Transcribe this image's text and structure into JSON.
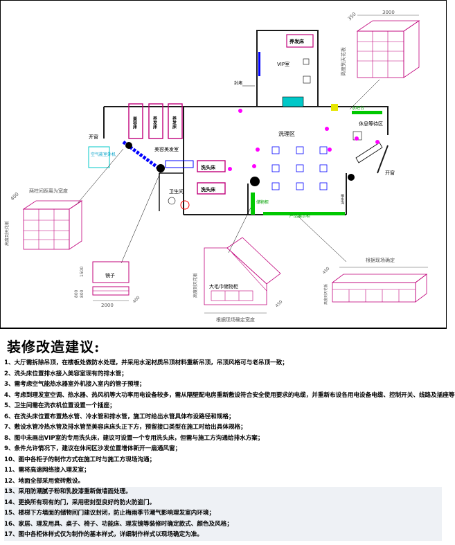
{
  "plan": {
    "rooms": {
      "vip_room": "VIP室",
      "washing_area": "洗理区",
      "beauty_room": "美容美发室",
      "rest_area": "休息等待区",
      "bathroom": "卫生间"
    },
    "furniture": {
      "hair_bed_vip": "养发床",
      "beauty_bed": "美容床",
      "hair_bed_1": "养发床",
      "hair_bed_2": "养发床",
      "shampoo_bed_1": "洗头床",
      "shampoo_bed_2": "洗头床",
      "mirror": "镜子",
      "dry_towel_cabinet": "大毛巾储物柜"
    },
    "labels": {
      "open_window_left": "开窗",
      "open_window_right": "开窗",
      "seal": "封堵",
      "ac_unit": "空气能室外机",
      "water_bar": "水吧台",
      "product_cabinet": "产品展示柜",
      "storage_cabinet": "储物柜",
      "drainage": "排水沟",
      "towel_rack": "毛巾架",
      "left_cabinet_note": "两柱间距离为宽度",
      "right_cabinet_note": "根据现场确定",
      "bottom_cabinet_note": "根据现场确定宽度",
      "height_to_ceiling": "高度到天花板",
      "height_to_ceiling_2": "高度到天花板",
      "height_to_ceiling_3": "高度到天花板",
      "height_to_ceiling_4": "高度到天花板"
    },
    "dimensions": {
      "top_right_width": "3000",
      "top_right_depth": "350",
      "left_depth": "400",
      "mirror_height": "1500",
      "mirror_base": "800",
      "mirror_base2": "800",
      "mirror_width": "2000",
      "mirror_depth": "400",
      "right_depth": "450",
      "bottom_depth": "450"
    }
  },
  "notes": {
    "title": "装修改造建议:",
    "items": [
      "1、大厅需拆除吊顶，在楼板处做防水处理，并采用水泥材质吊顶材料重新吊顶，吊顶风格可与老吊顶一致；",
      "2、洗头床位置排水接入美容室现有的排水管；",
      "3、需考虑空气能热水器室外机接入室内的管子预埋；",
      "4、考虑到理发室空调、热水器、热风机等大功率用电设备较多，需从隔壁配电房重新敷设符合安全使用要求的电缆，并重新布设各用电设备电缆、控制开关、线路及插座等",
      "5、卫生间需在洗衣机位置设置一个插座；",
      "6、在洗头床位置布置热水管、冷水管和排水管，施工时给出水管具体布设路径和规格；",
      "7、敷设水管冷热水管及排水管至美容床床头正下方，预留接口类型在施工时给出具体规格；",
      "8、图中未画出VIP室的专用洗头床，建议可设置一个专用洗头床，但需与施工方沟通给排水方案；",
      "9、条件允许情况下，建议在休闲区沙发位置增体新开一扇通风窗；",
      "10、图中各柜子的制作方式在施工时与施工方现场沟通；",
      "11、需将高速网络接入理发室；",
      "12、地面全部采用瓷砖敷设。",
      "13、采用防潮腻子粉和乳胶漆重新做墙面处理。",
      "14、更换所有现有的门，采用密封型良好的防火防盗门。",
      "15、楼梯下方墙面的储物间门建议封闭，防止梅雨季节潮气影响理发室内环境；",
      "16、家居、理发用具、桌子、椅子、功能床、理发镜等装修时确定款式、颜色及风格；",
      "17、图中各柜体样式仅为制作的基本样式，详细制作样式以现场确定为准。"
    ]
  },
  "colors": {
    "bed": "#c0007a",
    "wall": "#1a1a1a",
    "pipe": "#0000ff",
    "accent_green": "#00c800",
    "accent_yellow": "#e6e600",
    "cyan": "#00c8c8",
    "red": "#ff0000",
    "magenta": "#ff00ff",
    "dim": "#555555"
  }
}
